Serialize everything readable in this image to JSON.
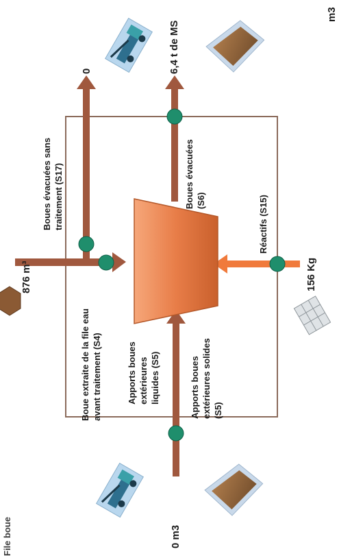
{
  "header": {
    "title_fragment": "File boue"
  },
  "values": {
    "top_right_unit": "m3",
    "s17_value": "0",
    "s6_value": "6,4 t de MS",
    "s4_value": "876 m³",
    "s15_value": "156 Kg",
    "s5_value": "0 m3"
  },
  "labels": {
    "s17": "Boues évacuées sans\ntraitement (S17)",
    "s6": "Boues évacuées\n(S6)",
    "s4": "Boue extraite de la file eau\navant traitement (S4)",
    "s5_liquid": "Apports boues\nextérieures\nliquides (S5)",
    "s5_solid": "Apports boues\nextérieures solides\n(S5)",
    "s15": "Réactifs (S15)"
  },
  "icons": [
    "truck-icon",
    "sludge-pile-icon",
    "sludge-heap-icon",
    "chemical-container-icon"
  ],
  "colors": {
    "flow_arrow": "#a0583e",
    "reagent_arrow": "#f07a3c",
    "junction": "#1f8e6c",
    "machine_fill": "#e87d48",
    "boundary": "#8a6a5a"
  }
}
